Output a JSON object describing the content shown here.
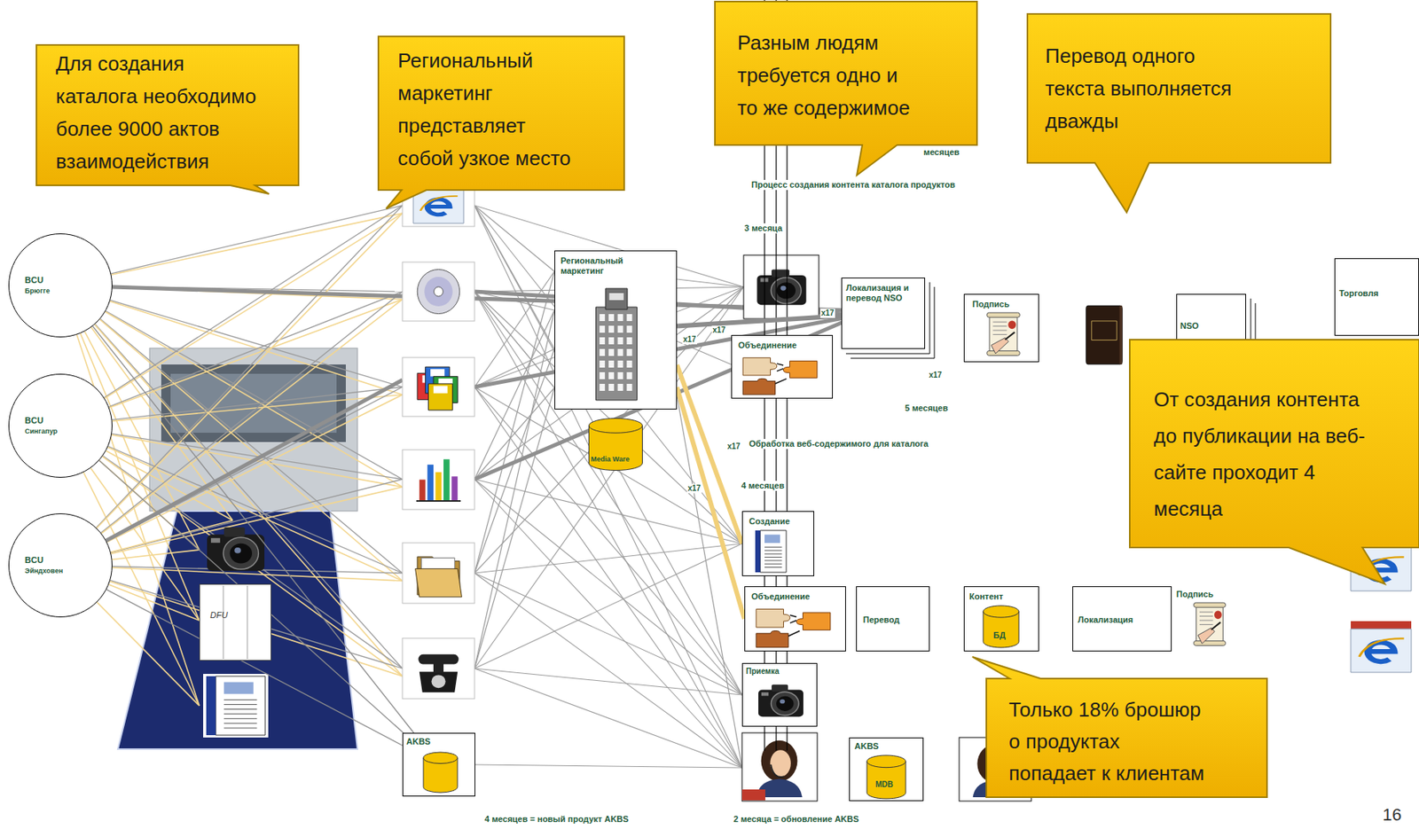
{
  "diagram": {
    "nodes": [
      {
        "text": [
          "Для создания каталога необходимо более 9000 актов взаимодействия"
        ]
      },
      {
        "text": [
          "Региональный маркетинг представляет собой узкое место"
        ]
      },
      {
        "text": [
          "Разным людям требуется одно и то же содержимое"
        ]
      },
      {
        "text": [
          "Перевод одного текста выполняется дважды"
        ]
      },
      {
        "text": [
          "BCU",
          "Брюгге"
        ]
      },
      {
        "text": [
          "Региональный маркетинг"
        ]
      },
      {
        "text": [
          "Media Ware"
        ]
      },
      {
        "text": [
          "Локализация и перевод NSO"
        ]
      },
      {
        "text": [
          "Подпись"
        ]
      },
      {
        "text": [
          "NSO"
        ]
      },
      {
        "text": [
          "Торговля"
        ]
      },
      {
        "text": [
          "Объединение"
        ]
      },
      {
        "text": [
          "От создания контента до публикации на веб-сайте проходит 4 месяца"
        ]
      },
      {
        "text": [
          "BCU",
          "Сингапур"
        ]
      },
      {
        "text": [
          "Создание"
        ]
      },
      {
        "text": [
          "BCU",
          "Эйндховен"
        ]
      },
      {
        "text": [
          "DFU"
        ]
      },
      {
        "text": [
          "Объединение"
        ]
      },
      {
        "text": [
          "Перевод"
        ]
      },
      {
        "text": [
          "Контент",
          "БД"
        ]
      },
      {
        "text": [
          "Локализация"
        ]
      },
      {
        "text": [
          "Подпись"
        ]
      },
      {
        "text": [
          "Приемка"
        ]
      },
      {
        "text": [
          "AKBS"
        ]
      },
      {
        "text": [
          "AKBS",
          "MDB"
        ]
      },
      {
        "text": [
          "Только 18% брошюр о продуктах попадает к клиентам"
        ]
      }
    ],
    "edges": [
      {
        "from": 4,
        "to": 23,
        "arrow": "none"
      },
      {
        "from": 13,
        "to": 23,
        "arrow": "none"
      },
      {
        "from": 15,
        "to": 23,
        "arrow": "none"
      },
      {
        "from": 5,
        "to": 7,
        "arrow": "none"
      },
      {
        "from": 5,
        "to": 14,
        "arrow": "none"
      },
      {
        "from": 5,
        "to": 17,
        "arrow": "none"
      }
    ],
    "labels": [
      "месяцев",
      "Процесс создания контента каталога продуктов",
      "3 месяца",
      "x17",
      "x17",
      "x17",
      "x17",
      "5 месяцев",
      "x17",
      "Обработка веб-содержимого для каталога",
      "x17",
      "4 месяцев",
      "4 месяцев = новый продукт AKBS",
      "2 месяца = обновление AKBS",
      "16"
    ]
  }
}
